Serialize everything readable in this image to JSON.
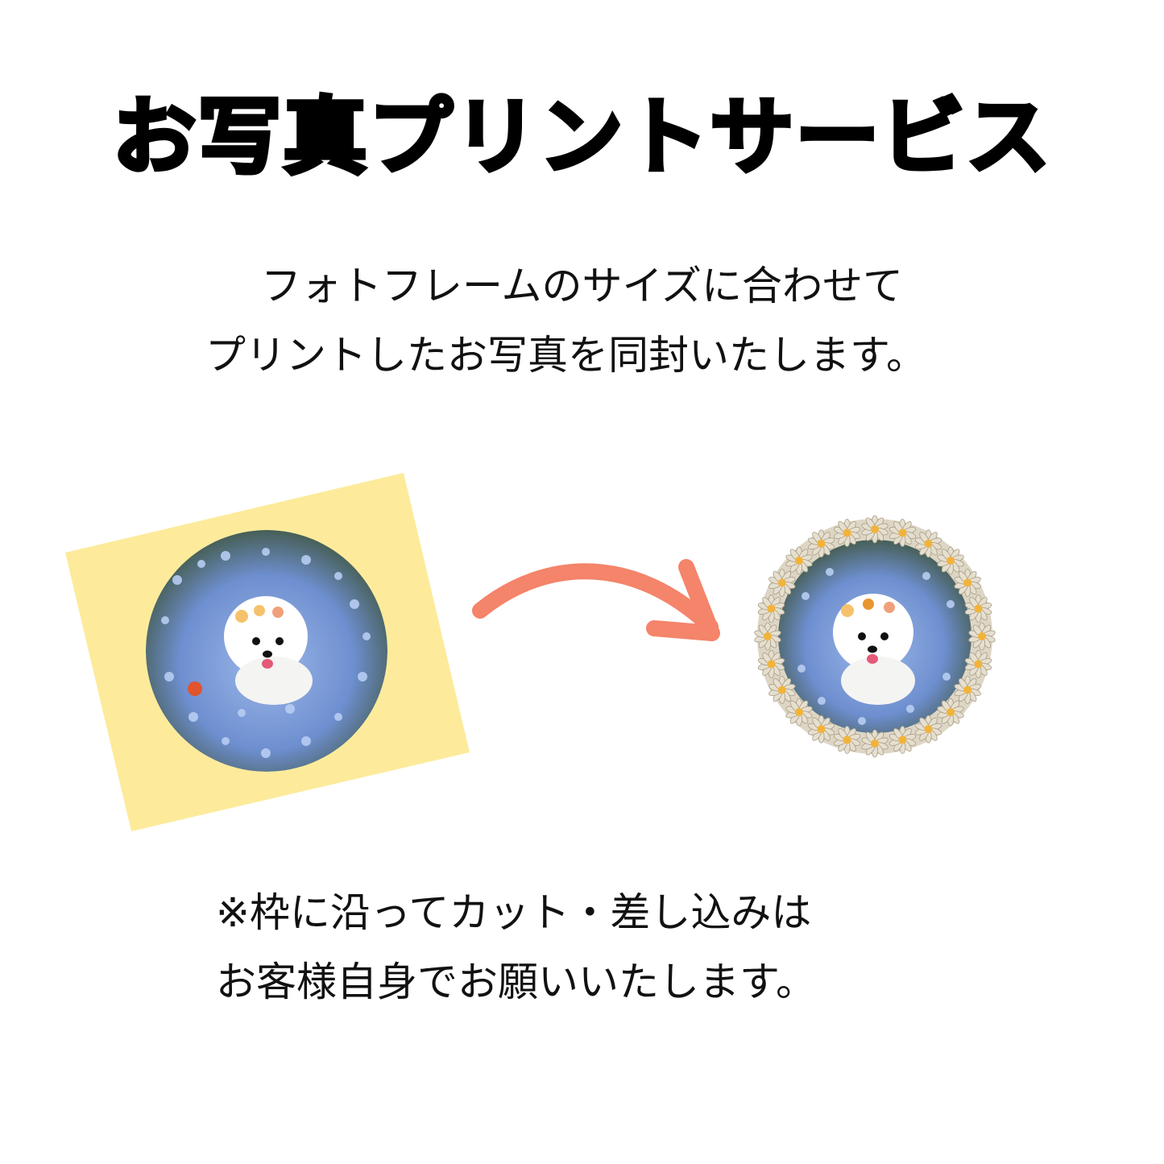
{
  "title": "お写真プリントサービス",
  "description": {
    "line1": "フォトフレームのサイズに合わせて",
    "line2": "プリントしたお写真を同封いたします。"
  },
  "note": {
    "line1": "※枠に沿ってカット・差し込みは",
    "line2": "お客様自身でお願いいたします。"
  },
  "colors": {
    "print_paper": "#fdeb9b",
    "arrow": "#f4846a",
    "frame_petal": "#e6dfcf",
    "frame_center": "#f2b33a",
    "flowers_blue": "#8fb0e6",
    "foliage": "#3f5a3a"
  },
  "icons": {
    "arrow": "curved-arrow-right-icon",
    "frame": "daisy-frame-icon"
  }
}
